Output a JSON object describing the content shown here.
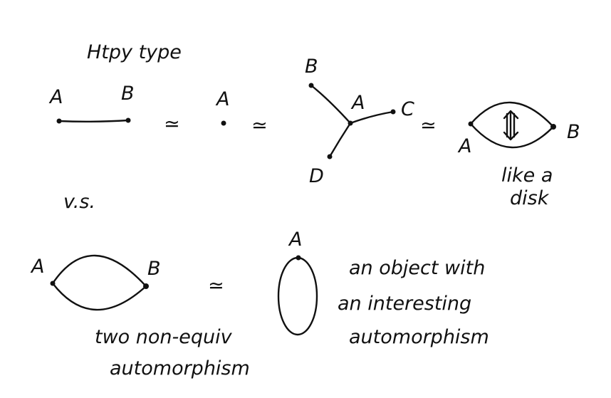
{
  "title": "Htpy type",
  "equiv_symbol": "≃",
  "row1": {
    "segment": {
      "left": "A",
      "right": "B"
    },
    "point": {
      "label": "A"
    },
    "star": {
      "center": "A",
      "top": "B",
      "right": "C",
      "bottom": "D"
    },
    "bigon": {
      "left": "A",
      "right": "B",
      "caption_line1": "like a",
      "caption_line2": "disk"
    }
  },
  "vs_label": "v.s.",
  "row2": {
    "bigon": {
      "left": "A",
      "right": "B",
      "caption_line1": "two non-equiv",
      "caption_line2": "automorphism"
    },
    "loop": {
      "label": "A",
      "caption_line1": "an object with",
      "caption_line2": "an interesting",
      "caption_line3": "automorphism"
    }
  }
}
